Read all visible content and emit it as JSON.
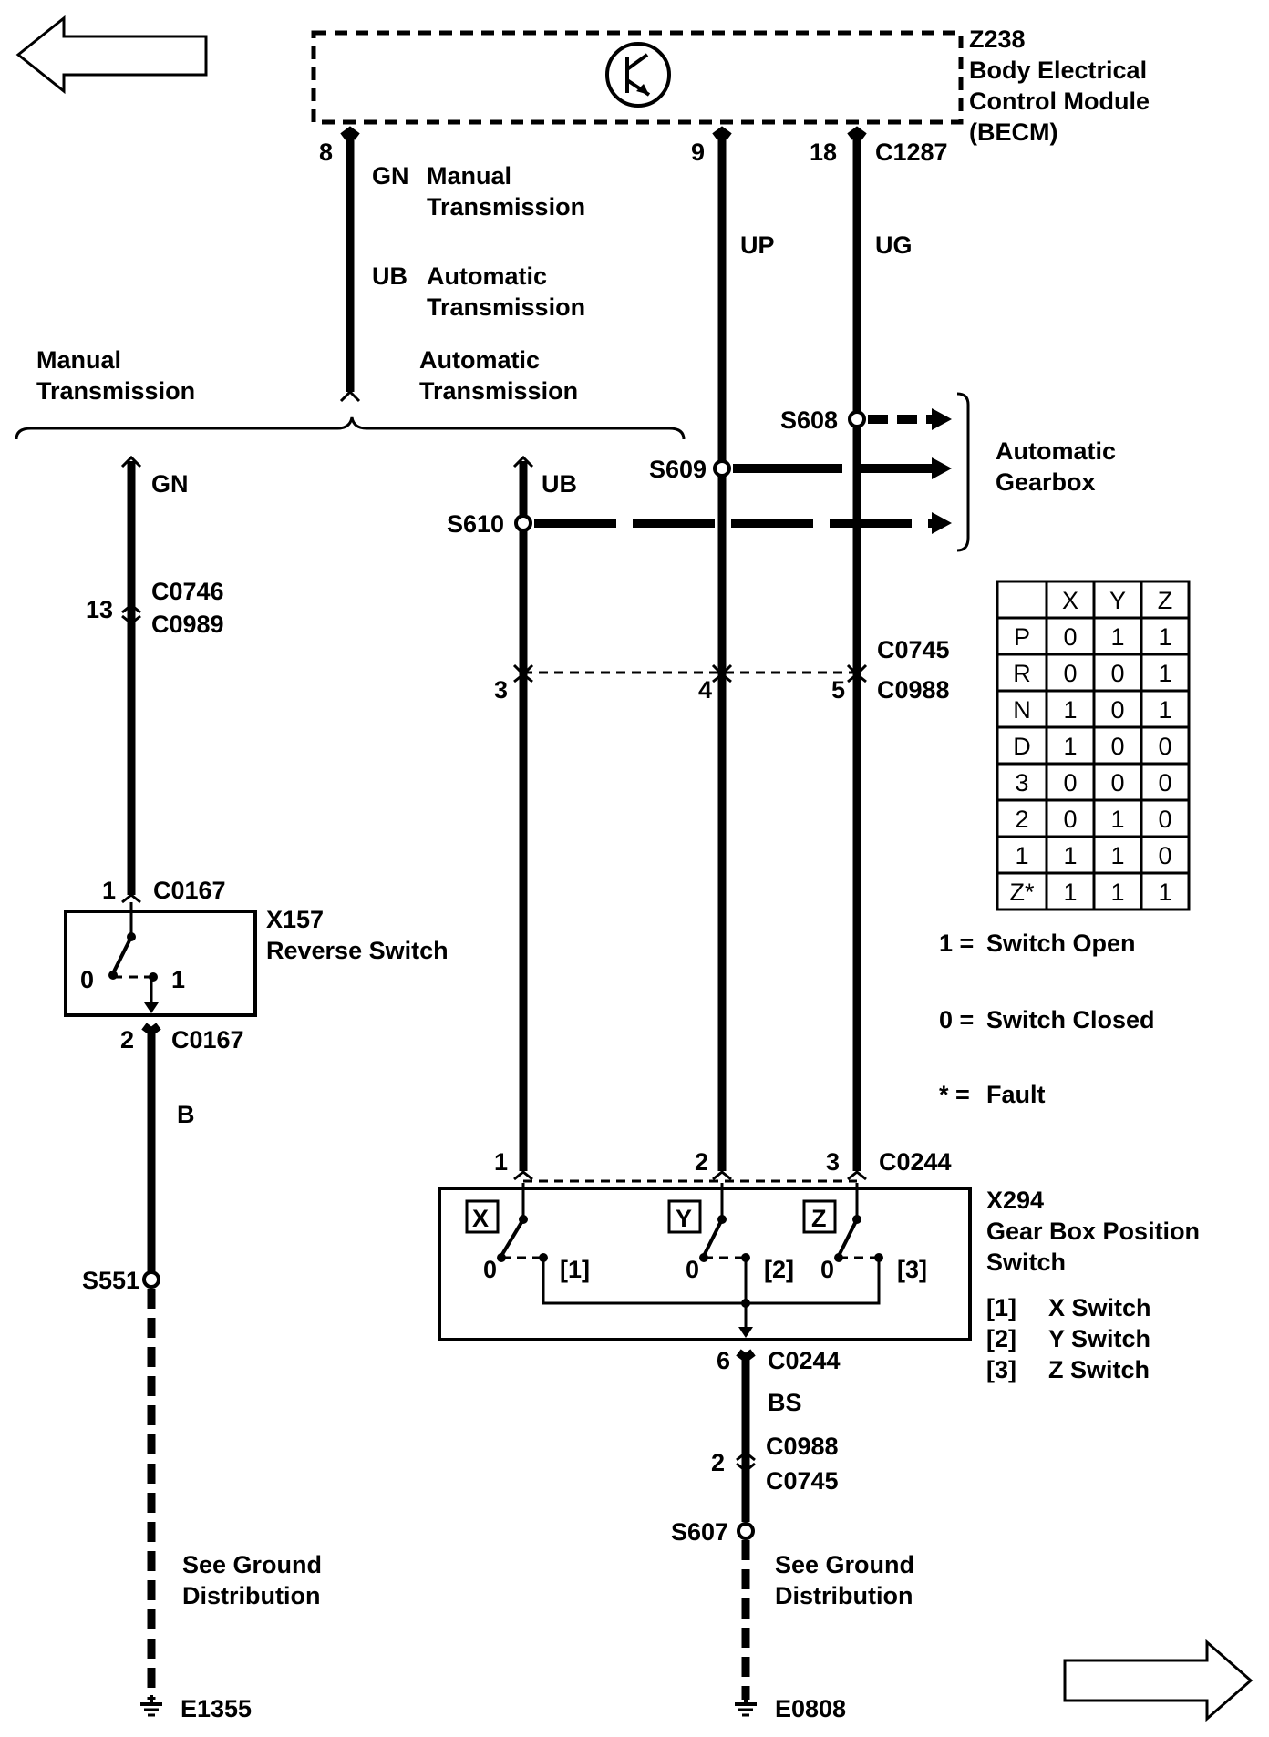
{
  "module": {
    "id": "Z238",
    "name_line1": "Body Electrical",
    "name_line2": "Control Module",
    "name_line3": "(BECM)",
    "connector": "C1287"
  },
  "becm_pins": [
    "8",
    "9",
    "18"
  ],
  "wire_colors": {
    "pin8_gn": "GN",
    "pin8_gn_note1": "Manual",
    "pin8_gn_note2": "Transmission",
    "pin8_ub": "UB",
    "pin8_ub_note1": "Automatic",
    "pin8_ub_note2": "Transmission",
    "pin9": "UP",
    "pin18": "UG",
    "manual_branch": "GN",
    "auto_branch": "UB",
    "reverse_ground": "B",
    "gearbox_ground": "BS"
  },
  "branch_labels": {
    "manual1": "Manual",
    "manual2": "Transmission",
    "auto1": "Automatic",
    "auto2": "Transmission"
  },
  "splices": {
    "s608": "S608",
    "s609": "S609",
    "s610": "S610",
    "s551": "S551",
    "s607": "S607"
  },
  "gearbox_bracket": {
    "line1": "Automatic",
    "line2": "Gearbox"
  },
  "inline_connectors": {
    "c0746_pin": "13",
    "c0746": "C0746",
    "c0989": "C0989",
    "c0745": "C0745",
    "c0988": "C0988",
    "c0745_pins": [
      "3",
      "4",
      "5"
    ],
    "bottom_pin": "2",
    "bottom_c0988": "C0988",
    "bottom_c0745": "C0745"
  },
  "reverse_switch": {
    "id": "X157",
    "name": "Reverse Switch",
    "top_pin": "1",
    "top_connector": "C0167",
    "bottom_pin": "2",
    "bottom_connector": "C0167",
    "pos0": "0",
    "pos1": "1"
  },
  "gearbox_switch": {
    "id": "X294",
    "name_line1": "Gear Box Position",
    "name_line2": "Switch",
    "connector": "C0244",
    "pins": [
      "1",
      "2",
      "3"
    ],
    "ground_pin": "6",
    "ground_connector": "C0244",
    "switch_letters": [
      "X",
      "Y",
      "Z"
    ],
    "zero_marks": [
      "0",
      "0",
      "0"
    ],
    "bracket_marks": [
      "[1]",
      "[2]",
      "[3]"
    ],
    "legend": [
      {
        "key": "[1]",
        "label": "X Switch"
      },
      {
        "key": "[2]",
        "label": "Y Switch"
      },
      {
        "key": "[3]",
        "label": "Z Switch"
      }
    ]
  },
  "truth_table": {
    "headers": [
      "",
      "X",
      "Y",
      "Z"
    ],
    "rows": [
      [
        "P",
        "0",
        "1",
        "1"
      ],
      [
        "R",
        "0",
        "0",
        "1"
      ],
      [
        "N",
        "1",
        "0",
        "1"
      ],
      [
        "D",
        "1",
        "0",
        "0"
      ],
      [
        "3",
        "0",
        "0",
        "0"
      ],
      [
        "2",
        "0",
        "1",
        "0"
      ],
      [
        "1",
        "1",
        "1",
        "0"
      ],
      [
        "Z*",
        "1",
        "1",
        "1"
      ]
    ]
  },
  "table_legend": {
    "open_key": "1 =",
    "open_label": "Switch Open",
    "closed_key": "0 =",
    "closed_label": "Switch Closed",
    "fault_key": "* =",
    "fault_label": "Fault"
  },
  "grounds": {
    "left_text1": "See Ground",
    "left_text2": "Distribution",
    "left_id": "E1355",
    "right_text1": "See Ground",
    "right_text2": "Distribution",
    "right_id": "E0808"
  }
}
